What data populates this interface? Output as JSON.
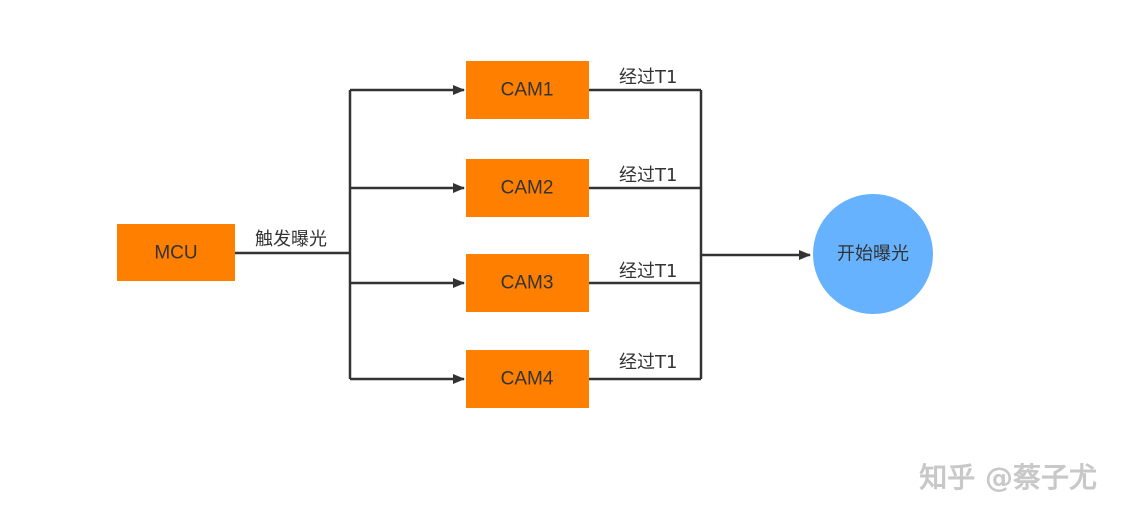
{
  "nodes": {
    "mcu": {
      "label": "MCU"
    },
    "cam1": {
      "label": "CAM1"
    },
    "cam2": {
      "label": "CAM2"
    },
    "cam3": {
      "label": "CAM3"
    },
    "cam4": {
      "label": "CAM4"
    },
    "start": {
      "label": "开始曝光"
    }
  },
  "edges": {
    "trigger_label": "触发曝光",
    "delay_labels": [
      "经过T1",
      "经过T1",
      "经过T1",
      "经过T1"
    ]
  },
  "watermark": "知乎 @蔡子尤",
  "colors": {
    "box_fill": "#ff8000",
    "circle_fill": "#66b2ff",
    "line": "#333333",
    "watermark": "#c8c8c8"
  }
}
